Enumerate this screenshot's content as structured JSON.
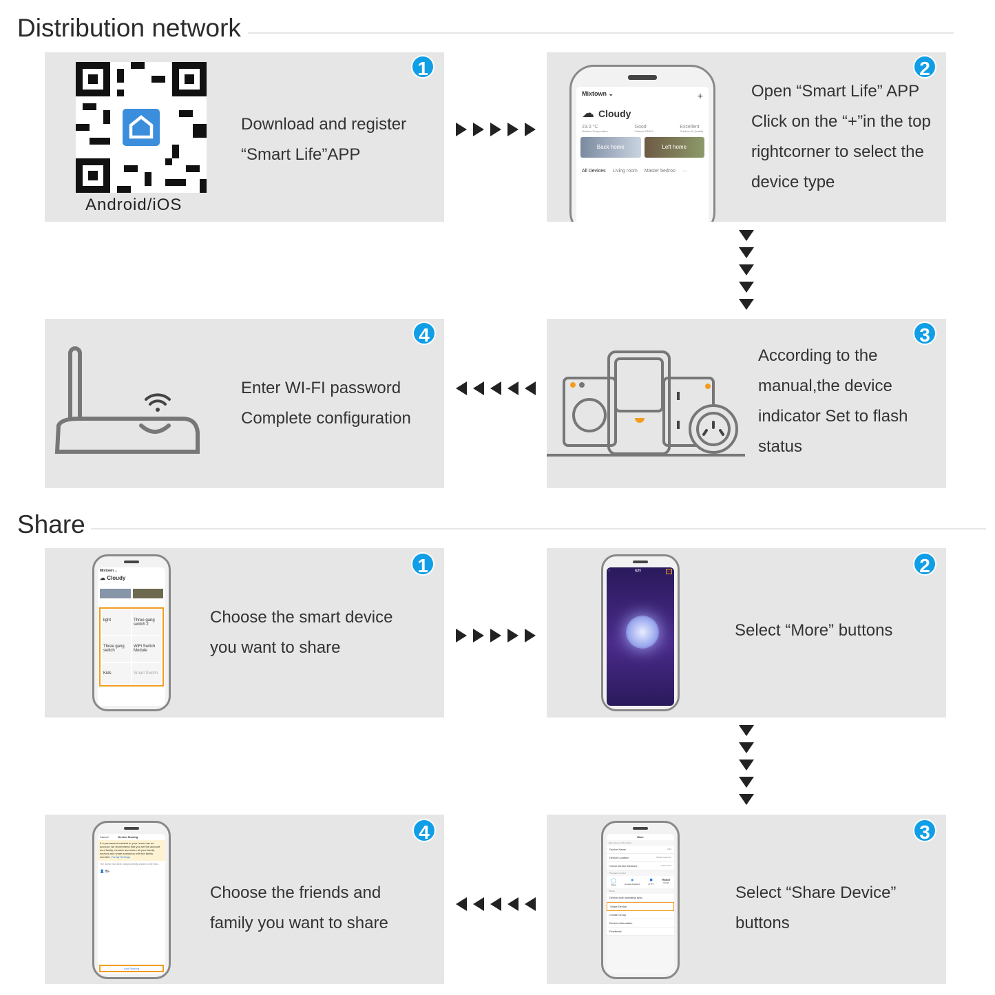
{
  "sections": {
    "distribution": {
      "title": "Distribution network",
      "steps": [
        {
          "number": "1",
          "lines": [
            "Download and register",
            "“Smart Life”APP"
          ],
          "caption": "Android/iOS"
        },
        {
          "number": "2",
          "lines": [
            "Open “Smart Life” APP",
            "Click on the “+”in the top",
            "rightcorner to select the",
            "device type"
          ],
          "phone": {
            "location": "Mixtown ⌄",
            "plus": "+",
            "weather": "Cloudy",
            "temp": "23.0 °C",
            "temp_label": "Outdoor Temperature",
            "pm": "Good",
            "pm_label": "Outdoor PM2.5",
            "air": "Excellent",
            "air_label": "Outdoor Air Quality",
            "scene1": "Back home",
            "scene2": "Left home",
            "tabs": [
              "All Devices",
              "Living room",
              "Master bedroo",
              "···"
            ]
          }
        },
        {
          "number": "3",
          "lines": [
            "According to the",
            "manual,the device",
            "indicator Set to flash",
            "status"
          ]
        },
        {
          "number": "4",
          "lines": [
            "Enter WI-FI password",
            "Complete configuration"
          ]
        }
      ]
    },
    "share": {
      "title": "Share",
      "steps": [
        {
          "number": "1",
          "lines": [
            "Choose the smart device",
            "you want to share"
          ],
          "phone": {
            "location": "Mixtown ⌄",
            "weather": "Cloudy",
            "devices": [
              "light",
              "Three gang switch 2",
              "Three gang switch",
              "WiFi Switch Module",
              "Kids",
              "Smart Switch"
            ]
          }
        },
        {
          "number": "2",
          "lines": [
            "Select “More” buttons"
          ],
          "phone": {
            "title": "light",
            "more": "···"
          }
        },
        {
          "number": "3",
          "lines": [
            "Select “Share Device”",
            "buttons"
          ],
          "phone": {
            "title": "More",
            "section1": "Basic Device Information",
            "rows1": [
              [
                "Device Name",
                "light"
              ],
              [
                "Device Location",
                "Master bedroom"
              ],
              [
                "Check Device Network",
                "Check Now"
              ]
            ],
            "section2": "Third-party Control",
            "services": [
              "Alexa",
              "Google Assistant",
              "IFTTT",
              "Rokid"
            ],
            "section3": "Others",
            "rows2": [
              "Device-side operating sync",
              "Share Device",
              "Create Group",
              "Device Information",
              "Feedback"
            ]
          }
        },
        {
          "number": "4",
          "lines": [
            "Choose the friends and",
            "family you want to share"
          ],
          "phone": {
            "cancel": "Cancel",
            "title": "Device Sharing",
            "notice": "If a permanent resident in your home has an account, we recommend that you set the account as a family member and share all your family devices and smart scenarios with the family member.",
            "notice_link": "Family Settings",
            "shared_note": "The device has been independently shared to the follo...",
            "member": "86-",
            "add": "Add Sharing"
          }
        }
      ]
    }
  },
  "colors": {
    "panel": "#e6e6e6",
    "badge": "#109ee6",
    "highlight": "#f39c1f",
    "arrow": "#222222"
  }
}
